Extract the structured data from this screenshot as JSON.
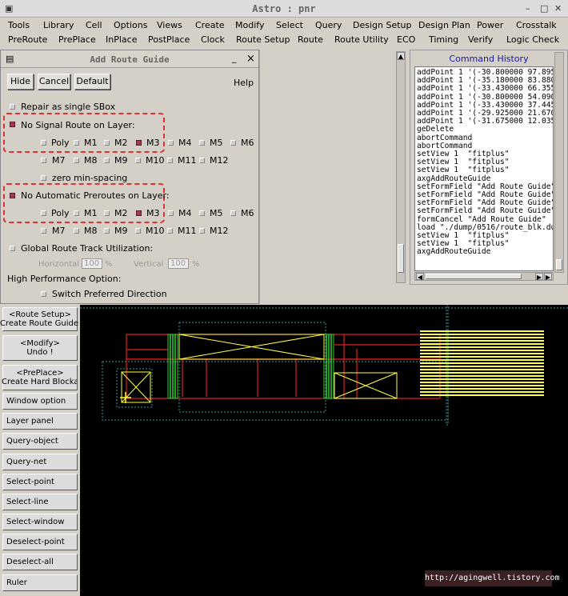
{
  "window": {
    "title": "Astro : pnr",
    "controls": {
      "minimize": "–",
      "maximize": "□",
      "close": "✕"
    }
  },
  "menu_row1": [
    "Tools",
    "Library",
    "Cell",
    "Options",
    "Views",
    "Create",
    "Modify",
    "Select",
    "Query",
    "Design Setup",
    "Design Plan",
    "Power",
    "Crosstalk"
  ],
  "menu_row2": [
    "PreRoute",
    "PrePlace",
    "InPlace",
    "PostPlace",
    "Clock",
    "Route Setup",
    "Route",
    "Route Utility",
    "ECO",
    "Timing",
    "Verify",
    "Logic Check"
  ],
  "dialog": {
    "title": "Add Route Guide",
    "min": "_",
    "close": "×",
    "buttons": {
      "hide": "Hide",
      "cancel": "Cancel",
      "default": "Default",
      "help": "Help"
    },
    "repair_sbox": "Repair as single SBox",
    "no_signal_route": "No Signal Route on Layer:",
    "layers_row1": [
      "Poly",
      "M1",
      "M2",
      "M3",
      "M4",
      "M5",
      "M6"
    ],
    "layers_row2": [
      "M7",
      "M8",
      "M9",
      "M10",
      "M11",
      "M12"
    ],
    "zero_min_spacing": "zero min-spacing",
    "no_auto_preroutes": "No Automatic Preroutes on Layer:",
    "global_route": "Global Route Track Utilization:",
    "horizontal_label": "Horizontal",
    "horizontal_value": "100",
    "vertical_label": "Vertical",
    "vertical_value": "100",
    "percent": "%",
    "high_perf": "High Performance Option:",
    "switch_dir": "Switch Preferred Direction"
  },
  "command_history": {
    "title": "Command History",
    "lines": [
      "addPoint 1 '(-30.800000 97.895",
      "addPoint 1 '(-35.180000 83.880",
      "addPoint 1 '(-33.430000 66.355",
      "addPoint 1 '(-30.800000 54.090",
      "addPoint 1 '(-33.430000 37.445",
      "addPoint 1 '(-29.925000 21.670",
      "addPoint 1 '(-31.675000 12.035",
      "geDelete",
      "abortCommand",
      "abortCommand",
      "setView 1  \"fitplus\"",
      "setView 1  \"fitplus\"",
      "setView 1  \"fitplus\"",
      "axgAddRouteGuide",
      "setFormField \"Add Route Guide\"",
      "setFormField \"Add Route Guide\"",
      "setFormField \"Add Route Guide\"",
      "setFormField \"Add Route Guide\"",
      "formCancel \"Add Route Guide\"",
      "load \"./dump/0516/route_blk.du",
      "setView 1  \"fitplus\"",
      "setView 1  \"fitplus\"",
      "axgAddRouteGuide"
    ]
  },
  "side_buttons": [
    {
      "line1": "<Route Setup>",
      "line2": "Create Route Guide"
    },
    {
      "line1": "<Modify>",
      "line2": "Undo !"
    },
    {
      "line1": "<PrePlace>",
      "line2": "Create Hard Blockage"
    },
    {
      "line1": "Window option"
    },
    {
      "line1": "Layer panel"
    },
    {
      "line1": "Query-object"
    },
    {
      "line1": "Query-net"
    },
    {
      "line1": "Select-point"
    },
    {
      "line1": "Select-line"
    },
    {
      "line1": "Select-window"
    },
    {
      "line1": "Deselect-point"
    },
    {
      "line1": "Deselect-all"
    },
    {
      "line1": "Ruler"
    }
  ],
  "watermark": "http://agingwell.tistory.com",
  "colors": {
    "checked": "#a33a55",
    "dash_highlight": "#e03030",
    "command_history_title": "#1a1aa0",
    "canvas_bg": "#000000",
    "layout_red": "#e02020",
    "layout_yellow": "#ffff40",
    "layout_green": "#30d030",
    "layout_teal": "#3a9a9a"
  }
}
